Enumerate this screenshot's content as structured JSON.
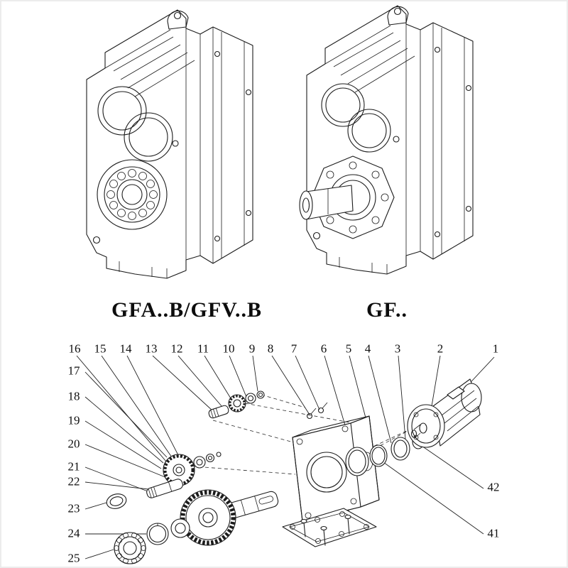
{
  "page": {
    "background": "#ffffff",
    "ink": "#1c1c1c"
  },
  "models": [
    {
      "label": "GFA..B/GFV..B"
    },
    {
      "label": "GF.."
    }
  ],
  "exploded": {
    "callouts_top": [
      "16",
      "15",
      "14",
      "13",
      "12",
      "11",
      "10",
      "9",
      "8",
      "7",
      "6",
      "5",
      "4",
      "3",
      "2",
      "1"
    ],
    "callouts_left": [
      "17",
      "18",
      "19",
      "20",
      "21",
      "22",
      "23",
      "24",
      "25"
    ],
    "callouts_right": [
      "42",
      "41"
    ]
  }
}
